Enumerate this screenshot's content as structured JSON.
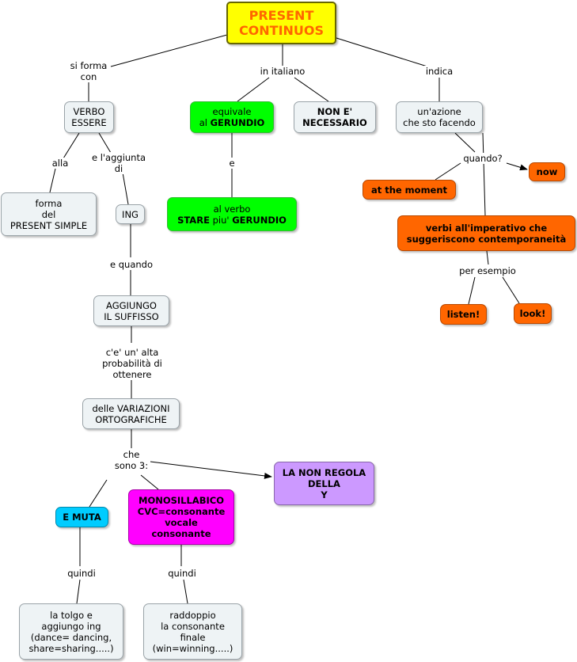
{
  "title": "PRESENT\nCONTINUOS",
  "nodes": {
    "verbo_essere": "VERBO\nESSERE",
    "forma_present_simple": "forma\ndel\nPRESENT SIMPLE",
    "ing": "ING",
    "aggiungo_suffisso": "AGGIUNGO\nIL SUFFISSO",
    "variazioni_ortografiche": "delle VARIAZIONI\nORTOGRAFICHE",
    "e_muta": "E MUTA",
    "monosillabico": "MONOSILLABICO\nCVC=consonante\nvocale\nconsonante",
    "non_regola_y": "LA NON REGOLA\nDELLA\nY",
    "tolgo_ing": "la tolgo e\naggiungo ing\n(dance= dancing,\nshare=sharing.....)",
    "raddoppio": "raddoppio\nla consonante\nfinale\n(win=winning.....)",
    "equivale_pre": "equivale\nal ",
    "equivale_bold": "GERUNDIO",
    "verbo_stare_pre": "al verbo\n",
    "verbo_stare_b1": "STARE",
    "verbo_stare_mid": " piu' ",
    "verbo_stare_b2": "GERUNDIO",
    "non_necessario": "NON E'\nNECESSARIO",
    "azione": "un'azione\nche sto facendo",
    "at_the_moment": "at the moment",
    "now": "now",
    "imperativo": "verbi all'imperativo che\nsuggeriscono contemporaneità",
    "listen": "listen!",
    "look": "look!"
  },
  "labels": {
    "si_forma_con": "si forma\ncon",
    "in_italiano": "in italiano",
    "indica": "indica",
    "alla": "alla",
    "e_laggiunta_di": "e l'aggiunta\ndi",
    "e_quando": "e quando",
    "alta_probabilita": "c'e' un' alta\nprobabilità di\nottenere",
    "che_sono_3": "che\nsono 3:",
    "quindi_1": "quindi",
    "quindi_2": "quindi",
    "e": "e",
    "quando": "quando?",
    "per_esempio": "per esempio"
  },
  "colors": {
    "title_fill": "#ffff00",
    "title_text": "#ff6600",
    "green": "#00ff00",
    "orange": "#ff6600",
    "magenta": "#ff00ff",
    "cyan": "#00ccff",
    "purple": "#cc99ff",
    "plain": "#eef3f5"
  }
}
